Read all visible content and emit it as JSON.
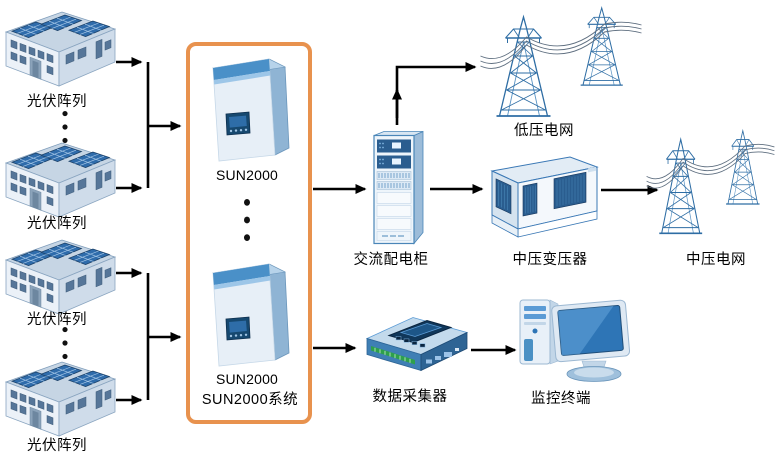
{
  "diagram": {
    "accent_color": "#E8924E",
    "nodes": {
      "pv1": {
        "label": "光伏阵列"
      },
      "pv2": {
        "label": "光伏阵列"
      },
      "pv3": {
        "label": "光伏阵列"
      },
      "pv4": {
        "label": "光伏阵列"
      },
      "inverter1": {
        "label": "SUN2000"
      },
      "inverter2": {
        "label": "SUN2000"
      },
      "system_box": {
        "label": "SUN2000系统"
      },
      "ac_cabinet": {
        "label": "交流配电柜"
      },
      "lv_grid": {
        "label": "低压电网"
      },
      "mv_transformer": {
        "label": "中压变压器"
      },
      "mv_grid": {
        "label": "中压电网"
      },
      "data_logger": {
        "label": "数据采集器"
      },
      "monitor_terminal": {
        "label": "监控终端"
      }
    },
    "connections": [
      {
        "from": "pv1",
        "to": "system_box"
      },
      {
        "from": "pv2",
        "to": "system_box"
      },
      {
        "from": "pv3",
        "to": "system_box"
      },
      {
        "from": "pv4",
        "to": "system_box"
      },
      {
        "from": "system_box",
        "to": "ac_cabinet"
      },
      {
        "from": "ac_cabinet",
        "to": "lv_grid"
      },
      {
        "from": "ac_cabinet",
        "to": "mv_transformer"
      },
      {
        "from": "mv_transformer",
        "to": "mv_grid"
      },
      {
        "from": "system_box",
        "to": "data_logger"
      },
      {
        "from": "data_logger",
        "to": "monitor_terminal"
      }
    ]
  }
}
